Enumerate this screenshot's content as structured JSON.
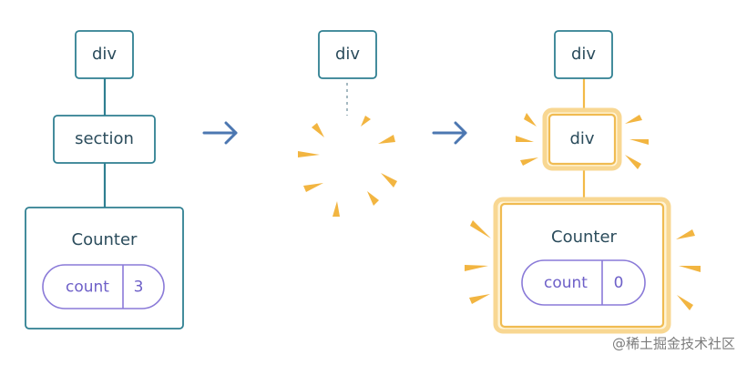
{
  "colors": {
    "tree_node_border": "#2f7f91",
    "tree_text": "#2b4c5c",
    "state_pill_border": "#8a7ad8",
    "state_text": "#6e60c8",
    "arrow": "#4c77b1",
    "highlight": "#f0bb51",
    "burst_rays": "#f2b541",
    "watermark": "#7b7b7b"
  },
  "before": {
    "root_label": "div",
    "child_label": "section",
    "component_title": "Counter",
    "state_name": "count",
    "state_value": "3"
  },
  "transition": {
    "arrow_1_icon": "right-arrow-icon",
    "arrow_2_icon": "right-arrow-icon"
  },
  "during": {
    "root_label": "div"
  },
  "after": {
    "root_label": "div",
    "child_label": "div",
    "component_title": "Counter",
    "state_name": "count",
    "state_value": "0"
  },
  "watermark": "@稀土掘金技术社区"
}
